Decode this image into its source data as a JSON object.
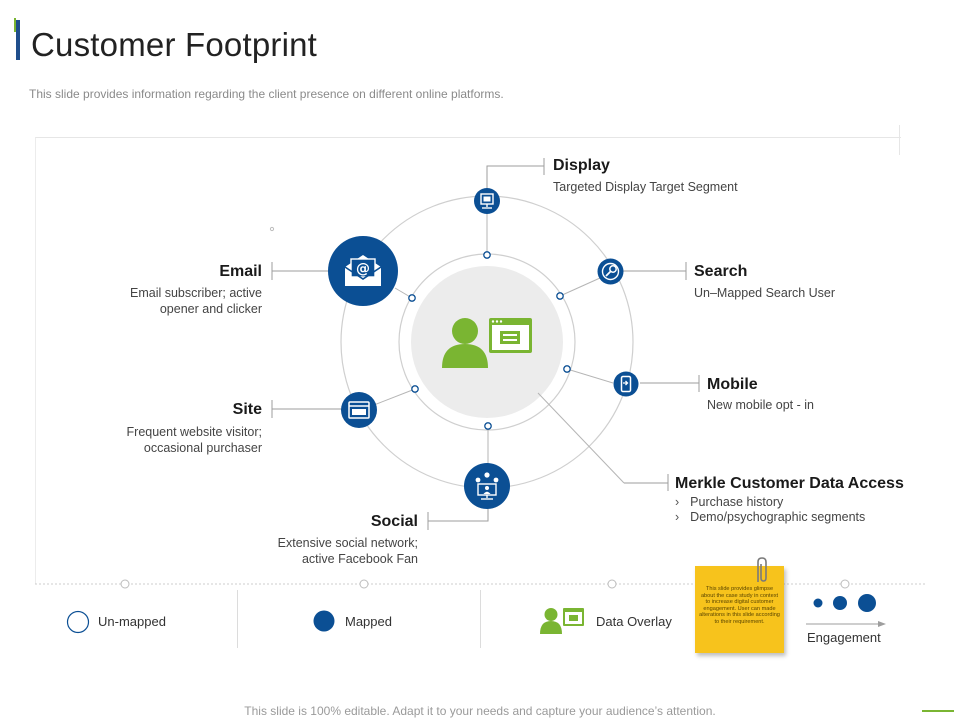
{
  "page": {
    "title": "Customer Footprint",
    "subtitle": "This slide provides information regarding the client presence on different online platforms.",
    "footer": "This slide is 100% editable. Adapt it to your needs and capture your audience’s attention."
  },
  "colors": {
    "mapped": "#0b4f94",
    "data_overlay": "#7ab532",
    "ring": "#cfcfcf",
    "accent": "#1f4e8c"
  },
  "nodes": {
    "display": {
      "title": "Display",
      "desc": "Targeted Display Target Segment",
      "icon": "display-icon"
    },
    "email": {
      "title": "Email",
      "desc1": "Email subscriber; active",
      "desc2": "opener and clicker",
      "icon": "email-icon"
    },
    "search": {
      "title": "Search",
      "desc": "Un–Mapped Search User",
      "icon": "search-icon"
    },
    "mobile": {
      "title": "Mobile",
      "desc": "New mobile opt - in",
      "icon": "mobile-icon"
    },
    "site": {
      "title": "Site",
      "desc1": "Frequent website visitor;",
      "desc2": "occasional purchaser",
      "icon": "browser-icon"
    },
    "social": {
      "title": "Social",
      "desc1": "Extensive social network;",
      "desc2": "active Facebook Fan",
      "icon": "social-network-icon"
    },
    "merkle": {
      "title": "Merkle Customer Data Access",
      "bullets": [
        "Purchase history",
        "Demo/psychographic segments"
      ]
    }
  },
  "legend": {
    "unmapped": "Un-mapped",
    "mapped": "Mapped",
    "data_overlay": "Data Overlay",
    "engagement": "Engagement"
  },
  "sticky_note": {
    "text": "This slide provides glimpse about the case study in context to increase digital customer engagement. User can made alterations in this slide according to their requirement."
  }
}
